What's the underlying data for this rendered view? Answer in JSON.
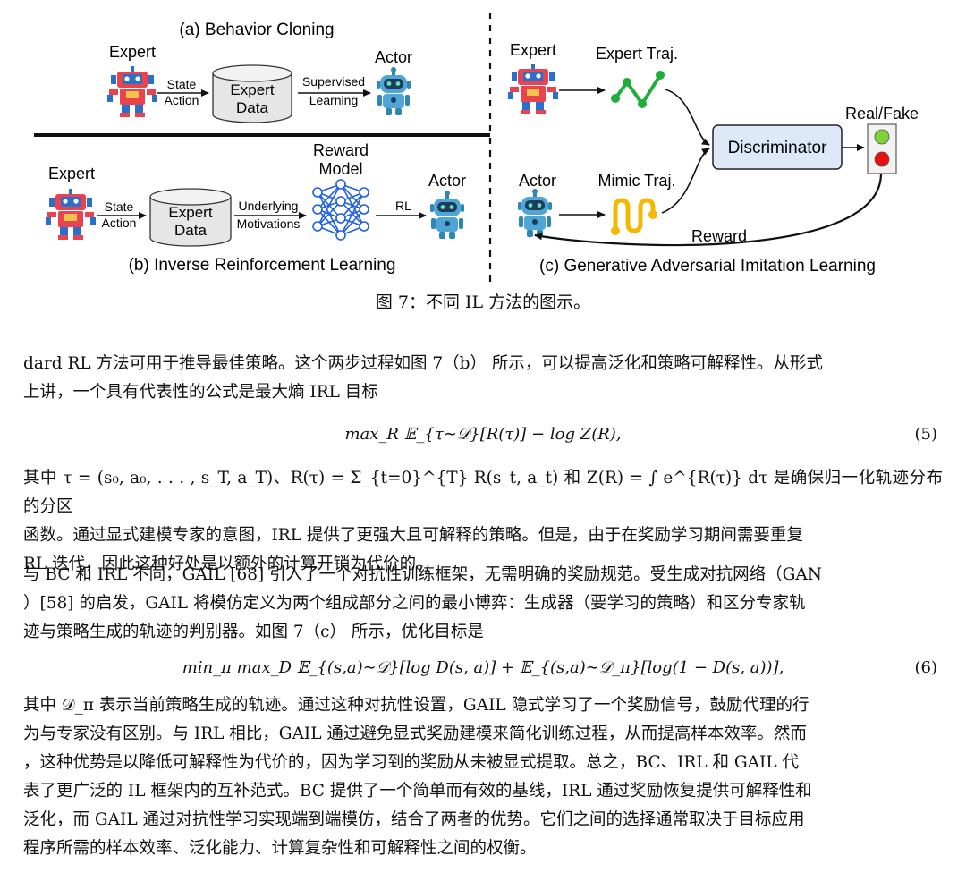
{
  "figure": {
    "panel_a": {
      "title": "(a) Behavior Cloning",
      "expert_label": "Expert",
      "edge1_line1": "State",
      "edge1_line2": "Action",
      "data_line1": "Expert",
      "data_line2": "Data",
      "edge2_line1": "Supervised",
      "edge2_line2": "Learning",
      "actor_label": "Actor"
    },
    "panel_b": {
      "title": "(b) Inverse Reinforcement Learning",
      "expert_label": "Expert",
      "edge1_line1": "State",
      "edge1_line2": "Action",
      "data_line1": "Expert",
      "data_line2": "Data",
      "edge2_line1": "Underlying",
      "edge2_line2": "Motivations",
      "reward_line1": "Reward",
      "reward_line2": "Model",
      "edge3": "RL",
      "actor_label": "Actor"
    },
    "panel_c": {
      "title": "(c) Generative Adversarial Imitation Learning",
      "expert_label": "Expert",
      "expert_traj": "Expert Traj.",
      "actor_label": "Actor",
      "mimic_traj": "Mimic Traj.",
      "discriminator": "Discriminator",
      "real_fake": "Real/Fake",
      "reward": "Reward"
    },
    "colors": {
      "expert_robot": "#e8434f",
      "actor_robot": "#2e86b5",
      "expert_traj": "#1fae3a",
      "mimic_traj": "#f5b800",
      "discriminator_fill": "#dde8f8",
      "neural_net": "#1f5fe0",
      "light_green": "#7dd23a",
      "light_red": "#e81010"
    }
  },
  "caption": "图 7：不同 IL 方法的图示。",
  "para1": {
    "line1": "dard RL 方法可用于推导最佳策略。这个两步过程如图 7（b） 所示，可以提高泛化和策略可解释性。从形式",
    "line2": "上讲，一个具有代表性的公式是最大熵 IRL 目标"
  },
  "eq5": {
    "body": "max_R 𝔼_{τ∼𝒟}[R(τ)] − log Z(R),",
    "number": "(5)"
  },
  "para2": {
    "line1": "其中 τ = (s₀, a₀, . . . , s_T, a_T)、R(τ) = Σ_{t=0}^{T} R(s_t, a_t) 和 Z(R) = ∫ e^{R(τ)} dτ 是确保归一化轨迹分布的分区",
    "line2": "函数。通过显式建模专家的意图，IRL 提供了更强大且可解释的策略。但是，由于在奖励学习期间需要重复",
    "line3": "RL 迭代，因此这种好处是以额外的计算开销为代价的。"
  },
  "para3": {
    "line1": "与 BC 和 IRL 不同，GAIL [68] 引入了一个对抗性训练框架，无需明确的奖励规范。受生成对抗网络（GAN",
    "line2": "）[58] 的启发，GAIL 将模仿定义为两个组成部分之间的最小博弈：生成器（要学习的策略）和区分专家轨",
    "line3": "迹与策略生成的轨迹的判别器。如图 7（c） 所示，优化目标是"
  },
  "eq6": {
    "body": "min_π max_D 𝔼_{(s,a)∼𝒟}[log D(s, a)] + 𝔼_{(s,a)∼𝒟_π}[log(1 − D(s, a))],",
    "number": "(6)"
  },
  "para4": {
    "line1": "其中 𝒟_π 表示当前策略生成的轨迹。通过这种对抗性设置，GAIL 隐式学习了一个奖励信号，鼓励代理的行",
    "line2": "为与专家没有区别。与 IRL 相比，GAIL 通过避免显式奖励建模来简化训练过程，从而提高样本效率。然而",
    "line3": "，这种优势是以降低可解释性为代价的，因为学习到的奖励从未被显式提取。总之，BC、IRL 和 GAIL 代",
    "line4": "表了更广泛的 IL 框架内的互补范式。BC 提供了一个简单而有效的基线，IRL 通过奖励恢复提供可解释性和",
    "line5": "泛化，而 GAIL 通过对抗性学习实现端到端模仿，结合了两者的优势。它们之间的选择通常取决于目标应用",
    "line6": "程序所需的样本效率、泛化能力、计算复杂性和可解释性之间的权衡。"
  }
}
